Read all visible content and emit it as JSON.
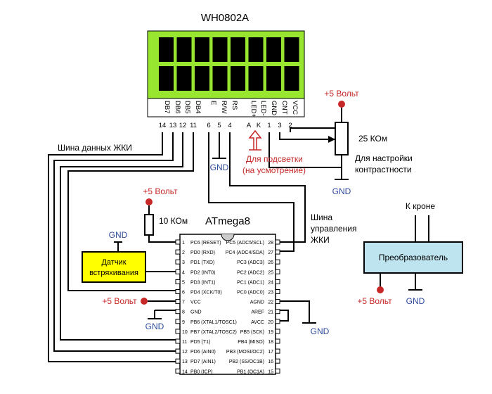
{
  "lcd": {
    "title": "WH0802A",
    "pins": [
      "DB7",
      "DB6",
      "DB5",
      "DB4",
      "E",
      "R/W",
      "RS",
      "LED+",
      "LED-",
      "GND",
      "CNT",
      "VCC"
    ],
    "pin_numbers": [
      "14",
      "13",
      "12",
      "11",
      "6",
      "5",
      "4",
      "A",
      "K",
      "1",
      "3",
      "2"
    ]
  },
  "labels": {
    "plus5v": "+5 Вольт",
    "gnd": "GND",
    "pot_value": "25 КОм",
    "contrast_l1": "Для настройки",
    "contrast_l2": "контрастности",
    "backlight_l1": "Для подсветки",
    "backlight_l2": "(на  усмотрение)",
    "data_bus": "Шина данных ЖКИ",
    "control_bus_l1": "Шина",
    "control_bus_l2": "управления",
    "control_bus_l3": "ЖКИ",
    "resistor": "10 КОм",
    "sensor_l1": "Датчик",
    "sensor_l2": "встряхивания",
    "converter": "Преобразователь",
    "to_battery": "К кроне"
  },
  "mcu": {
    "name": "ATmega8",
    "left_pins": [
      {
        "num": "1",
        "name": "PC6 (RESET)"
      },
      {
        "num": "2",
        "name": "PD0 (RXD)"
      },
      {
        "num": "3",
        "name": "PD1 (TXD)"
      },
      {
        "num": "4",
        "name": "PD2 (INT0)"
      },
      {
        "num": "5",
        "name": "PD3 (INT1)"
      },
      {
        "num": "6",
        "name": "PD4 (XCK/T0)"
      },
      {
        "num": "7",
        "name": "VCC"
      },
      {
        "num": "8",
        "name": "GND"
      },
      {
        "num": "9",
        "name": "PB6 (XTAL1/TOSC1)"
      },
      {
        "num": "10",
        "name": "PB7 (XTAL2/TOSC2)"
      },
      {
        "num": "11",
        "name": "PD5 (T1)"
      },
      {
        "num": "12",
        "name": "PD6 (AIN0)"
      },
      {
        "num": "13",
        "name": "PD7 (AIN1)"
      },
      {
        "num": "14",
        "name": "PB0 (ICP)"
      }
    ],
    "right_pins": [
      {
        "num": "28",
        "name": "PC5 (ADC5/SCL)"
      },
      {
        "num": "27",
        "name": "PC4 (ADC4/SDA)"
      },
      {
        "num": "26",
        "name": "PC3 (ADC3)"
      },
      {
        "num": "25",
        "name": "PC2 (ADC2)"
      },
      {
        "num": "24",
        "name": "PC1 (ADC1)"
      },
      {
        "num": "23",
        "name": "PC0 (ADC0)"
      },
      {
        "num": "22",
        "name": "AGND"
      },
      {
        "num": "21",
        "name": "AREF"
      },
      {
        "num": "20",
        "name": "AVCC"
      },
      {
        "num": "19",
        "name": "PB5 (SCK)"
      },
      {
        "num": "18",
        "name": "PB4 (MISO)"
      },
      {
        "num": "17",
        "name": "PB3 (MOSI/OC2)"
      },
      {
        "num": "16",
        "name": "PB2 (SS/OC1B)"
      },
      {
        "num": "15",
        "name": "PB1 (OC1A)"
      }
    ]
  },
  "colors": {
    "lcd_green": "#99e630",
    "sensor_yellow": "#ffff00",
    "converter_blue": "#bde4ef",
    "power_red": "#c62828",
    "gnd_blue": "#2e4a9e",
    "wire": "#000000"
  }
}
